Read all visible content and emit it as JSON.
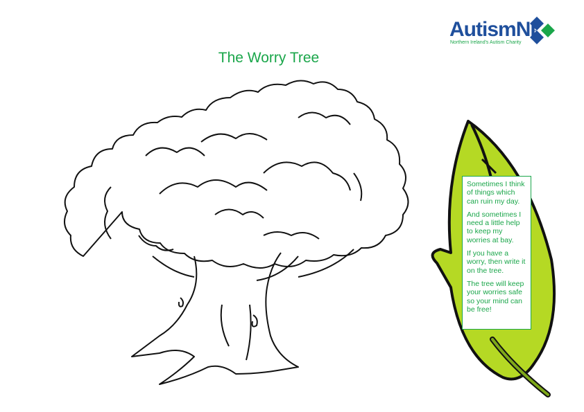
{
  "title": "The Worry Tree",
  "logo": {
    "name_main": "Autism",
    "name_suffix": "NI",
    "tagline": "Northern Ireland's Autism Charity",
    "colors": {
      "blue": "#1f4f9c",
      "green": "#1aa64a"
    }
  },
  "leaf": {
    "color": "#b5d924",
    "poem": [
      "Sometimes I think of things which can ruin my day.",
      "And sometimes I need a little help to keep my worries at bay.",
      "If you have a worry, then write it on the tree.",
      "The tree will keep your worries safe so your mind can be free!"
    ]
  },
  "illustration": {
    "tree": "tree-outline-drawing"
  }
}
